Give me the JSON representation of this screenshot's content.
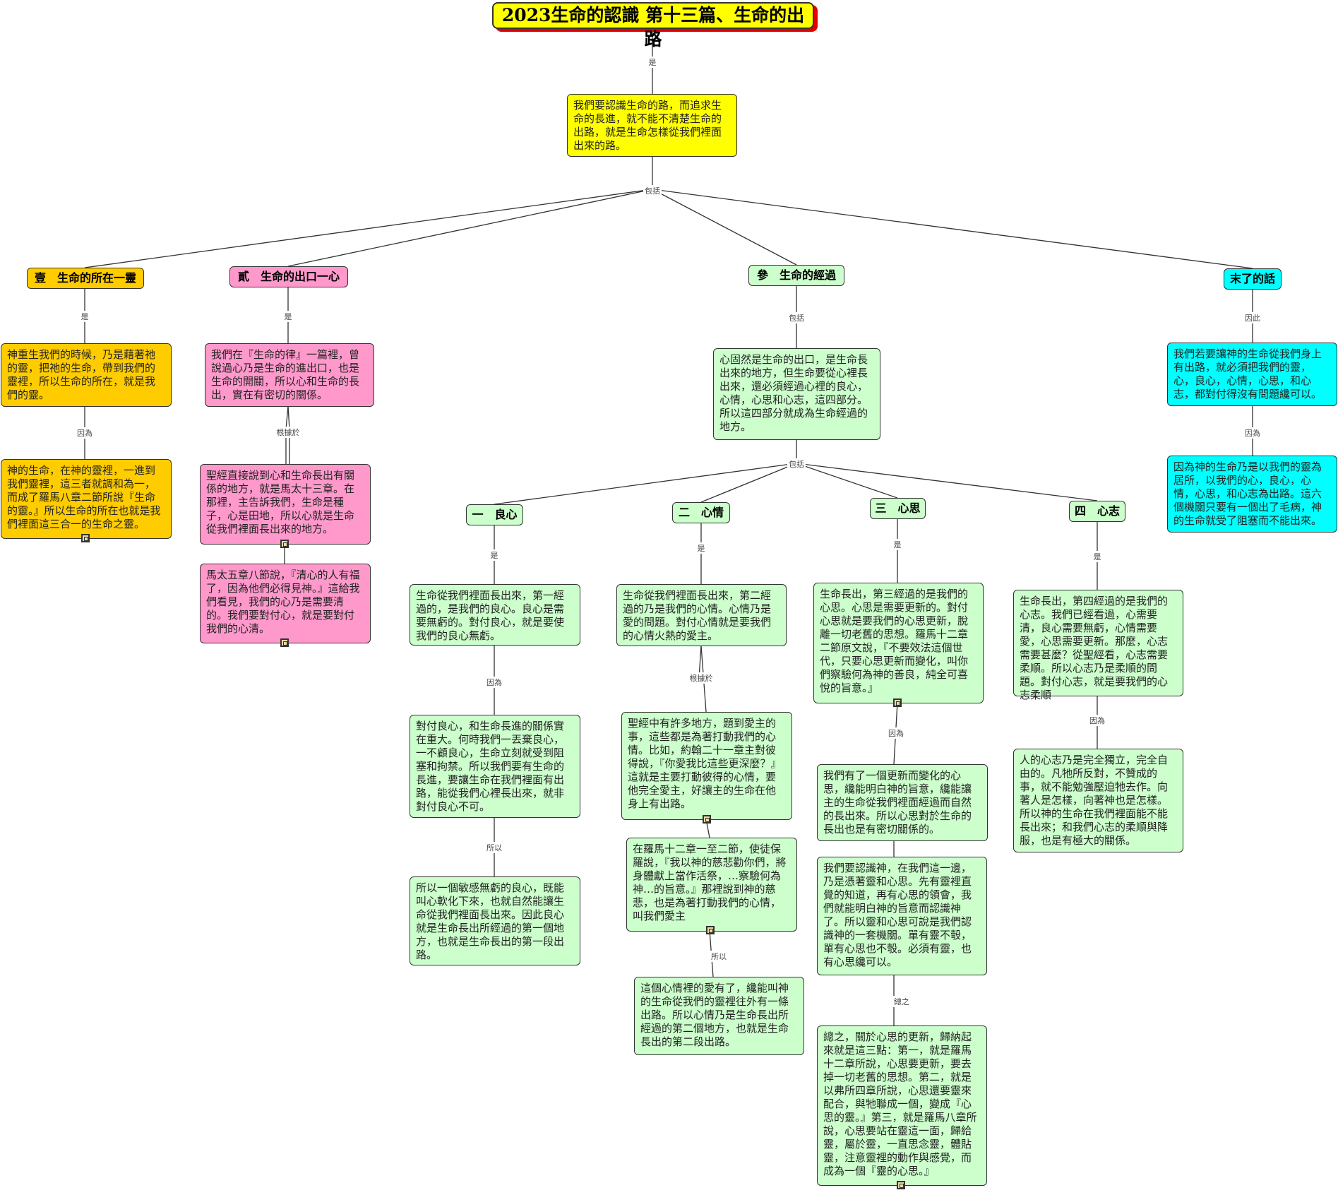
{
  "title": "2023生命的認識 第十三篇、生命的出路",
  "intro": "我們要認識生命的路，而追求生命的長進，就不能不清楚生命的出路，就是生命怎樣從我們裡面出來的路。",
  "branches": {
    "b1": {
      "heading": "壹　生命的所在一靈",
      "text1": "神重生我們的時候，乃是藉著祂的靈，把祂的生命，帶到我們的靈裡，所以生命的所在，就是我們的靈。",
      "text2": "神的生命，在神的靈裡，一進到我們靈裡，這三者就調和為一，而成了羅馬八章二節所說『生命的靈。』所以生命的所在也就是我們裡面這三合一的生命之靈。"
    },
    "b2": {
      "heading": "貳　生命的出口一心",
      "text1": "我們在『生命的律』一篇裡，曾說過心乃是生命的進出口，也是生命的開關，所以心和生命的長出，實在有密切的關係。",
      "text2": "聖經直接說到心和生命長出有關係的地方，就是馬太十三章。在那裡，主告訴我們，生命是種子，心是田地，所以心就是生命從我們裡面長出來的地方。",
      "text3": "馬太五章八節說，『清心的人有福了，因為他們必得見神。』這給我們看見，我們的心乃是需要清的。我們要對付心，就是要對付我們的心清。"
    },
    "b3": {
      "heading": "參　生命的經過",
      "text1": "心固然是生命的出口，是生命長出來的地方，但生命要從心裡長出來，還必須經過心裡的良心，心情，心思和心志，這四部分。所以這四部分就成為生命經過的地方。",
      "s1": {
        "heading": "一　良心",
        "text1": "生命從我們裡面長出來，第一經過的，是我們的良心。良心是需要無虧的。對付良心，就是要使我們的良心無虧。",
        "text2": "對付良心，和生命長進的關係實在重大。何時我們一丟棄良心，一不顧良心，生命立刻就受到阻塞和拘禁。所以我們要有生命的長進，要讓生命在我們裡面有出路，能從我們心裡長出來，就非對付良心不可。",
        "text3": "所以一個敏感無虧的良心，既能叫心軟化下來，也就自然能讓生命從我們裡面長出來。因此良心就是生命長出所經過的第一個地方，也就是生命長出的第一段出路。"
      },
      "s2": {
        "heading": "二　心情",
        "text1": "生命從我們裡面長出來，第二經過的乃是我們的心情。心情乃是愛的問題。對付心情就是要我們的心情火熱的愛主。",
        "text2": "聖經中有許多地方，題到愛主的事，這些都是為著打動我們的心情。比如，約翰二十一章主對彼得說，『你愛我比這些更深麼？』這就是主要打動彼得的心情，要他完全愛主，好讓主的生命在他身上有出路。",
        "text3": "在羅馬十二章一至二節，使徒保羅說，『我以神的慈悲勸你們，將身體獻上當作活祭，…察驗何為神…的旨意。』那裡說到神的慈悲，也是為著打動我們的心情，叫我們愛主",
        "text4": "這個心情裡的愛有了，纔能叫神的生命從我們的靈裡往外有一條出路。所以心情乃是生命長出所經過的第二個地方，也就是生命長出的第二段出路。"
      },
      "s3": {
        "heading": "三　心思",
        "text1": "生命長出，第三經過的是我們的心思。心思是需要更新的。對付心思就是要我們的心思更新，脫離一切老舊的思想。羅馬十二章二節原文說，『不要效法這個世代，只要心思更新而變化，叫你們察驗何為神的善良，純全可喜悅的旨意。』",
        "text2": "我們有了一個更新而變化的心思，纔能明白神的旨意，纔能讓主的生命從我們裡面經過而自然的長出來。所以心思對於生命的長出也是有密切關係的。",
        "text3": "我們要認識神，在我們這一邊，乃是憑著靈和心思。先有靈裡直覺的知道，再有心思的領會，我們就能明白神的旨意而認識神了。所以靈和心思可說是我們認識神的一套機關。單有靈不彀，單有心思也不彀。必須有靈，也有心思纔可以。",
        "text4": "總之，關於心思的更新，歸納起來就是這三點：第一，就是羅馬十二章所說，心思要更新，要去掉一切老舊的思想。第二，就是以弗所四章所說，心思還要靈來配合，與牠聯成一個，變成『心思的靈。』第三，就是羅馬八章所說，心思要站在靈這一面，歸給靈，屬於靈，一直思念靈，體貼靈，注意靈裡的動作與感覺，而成為一個『靈的心思。』"
      },
      "s4": {
        "heading": "四　心志",
        "text1": "生命長出，第四經過的是我們的心志。我們已經看過，心需要清，良心需要無虧，心情需要愛，心思需要更新。那麼，心志需要甚麼？從聖經看，心志需要柔順。所以心志乃是柔順的問題。對付心志，就是要我們的心志柔順",
        "text2": "人的心志乃是完全獨立，完全自由的。凡牠所反對，不贊成的事，就不能勉強壓迫牠去作。向著人是怎樣，向著神也是怎樣。所以神的生命在我們裡面能不能長出來；和我們心志的柔順與降服，也是有極大的關係。"
      }
    },
    "b4": {
      "heading": "末了的話",
      "text1": "我們若要讓神的生命從我們身上有出路，就必須把我們的靈，心，良心，心情，心思，和心志，都對付得沒有問題纔可以。",
      "text2": "因為神的生命乃是以我們的靈為居所，以我們的心，良心，心情，心思，和心志為出路。這六個機關只要有一個出了毛病，神的生命就受了阻塞而不能出來。"
    }
  },
  "labels": {
    "is": "是",
    "include": "包括",
    "because": "因為",
    "basedon": "根據於",
    "so": "所以",
    "therefore": "因此",
    "inshort": "總之"
  },
  "colors": {
    "title": "#ffff00",
    "title_shadow": "#e00000",
    "intro": "#ffff00",
    "branch1": "#ffcc00",
    "branch2": "#ff99cc",
    "branch3": "#ccffcc",
    "branch4": "#00ffff",
    "line": "#333333"
  },
  "icons": [
    "note-icon"
  ]
}
